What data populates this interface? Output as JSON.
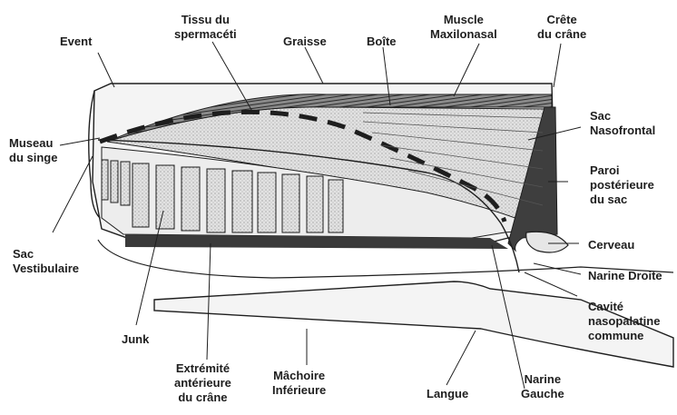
{
  "labels": {
    "event": [
      "Event"
    ],
    "tissu": [
      "Tissu du",
      "spermacéti"
    ],
    "graisse": [
      "Graisse"
    ],
    "boite": [
      "Boîte"
    ],
    "muscle": [
      "Muscle",
      "Maxilonasal"
    ],
    "crete": [
      "Crête",
      "du crâne"
    ],
    "museau": [
      "Museau",
      "du singe"
    ],
    "sac_naso": [
      "Sac",
      "Nasofrontal"
    ],
    "paroi": [
      "Paroi",
      "postérieure",
      "du sac"
    ],
    "sac_vest": [
      "Sac",
      "Vestibulaire"
    ],
    "cerveau": [
      "Cerveau"
    ],
    "narine_droite": [
      "Narine Droite"
    ],
    "cavite": [
      "Cavité",
      "nasopalatine",
      "commune"
    ],
    "junk": [
      "Junk"
    ],
    "extremite": [
      "Extrémité",
      "antérieure",
      "du crâne"
    ],
    "machoire": [
      "Mâchoire",
      "Inférieure"
    ],
    "langue": [
      "Langue"
    ],
    "narine_gauche": [
      "Narine",
      "Gauche"
    ]
  },
  "colors": {
    "ink": "#1e1e1e",
    "stipple_light": "#d6d6d6",
    "stipple_dark": "#444444",
    "skin": "#f4f4f4"
  }
}
